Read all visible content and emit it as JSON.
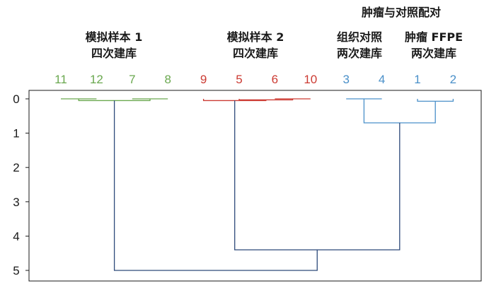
{
  "chart_data": {
    "type": "dendrogram",
    "y_ticks": [
      0,
      1,
      2,
      3,
      4,
      5
    ],
    "ylim": [
      -0.2,
      5.3
    ],
    "y_inverted": true,
    "colors": {
      "green": "#6aa84f",
      "red": "#cc3b33",
      "blue": "#4a90c9",
      "root": "#2e4a7a",
      "axis": "#1a1a1a"
    },
    "leaves": [
      "11",
      "12",
      "7",
      "8",
      "9",
      "5",
      "6",
      "10",
      "3",
      "4",
      "1",
      "2"
    ],
    "leaf_colors": [
      "green",
      "green",
      "green",
      "green",
      "red",
      "red",
      "red",
      "red",
      "blue",
      "blue",
      "blue",
      "blue"
    ],
    "merges": [
      {
        "left": 0,
        "right": 1,
        "height": 0.0,
        "color": "green"
      },
      {
        "left": 2,
        "right": 3,
        "height": 0.0,
        "color": "green"
      },
      {
        "left": "m0",
        "right": "m1",
        "height": 0.05,
        "color": "green"
      },
      {
        "left": 6,
        "right": 7,
        "height": 0.0,
        "color": "red"
      },
      {
        "left": 5,
        "right": "m3",
        "height": 0.03,
        "color": "red"
      },
      {
        "left": 4,
        "right": "m4",
        "height": 0.05,
        "color": "red"
      },
      {
        "left": 8,
        "right": 9,
        "height": 0.0,
        "color": "blue"
      },
      {
        "left": 10,
        "right": 11,
        "height": 0.07,
        "color": "blue"
      },
      {
        "left": "m6",
        "right": "m7",
        "height": 0.7,
        "color": "blue"
      },
      {
        "left": "m5",
        "right": "m8",
        "height": 4.4,
        "color": "root"
      },
      {
        "left": "m2",
        "right": "m9",
        "height": 5.0,
        "color": "root"
      }
    ]
  },
  "headers": {
    "top": "肿瘤与对照配对",
    "groups": [
      {
        "line1": "模拟样本 1",
        "line2": "四次建库"
      },
      {
        "line1": "模拟样本 2",
        "line2": "四次建库"
      },
      {
        "line1": "组织对照",
        "line2": "两次建库"
      },
      {
        "line1": "肿瘤 FFPE",
        "line2": "两次建库"
      }
    ]
  }
}
